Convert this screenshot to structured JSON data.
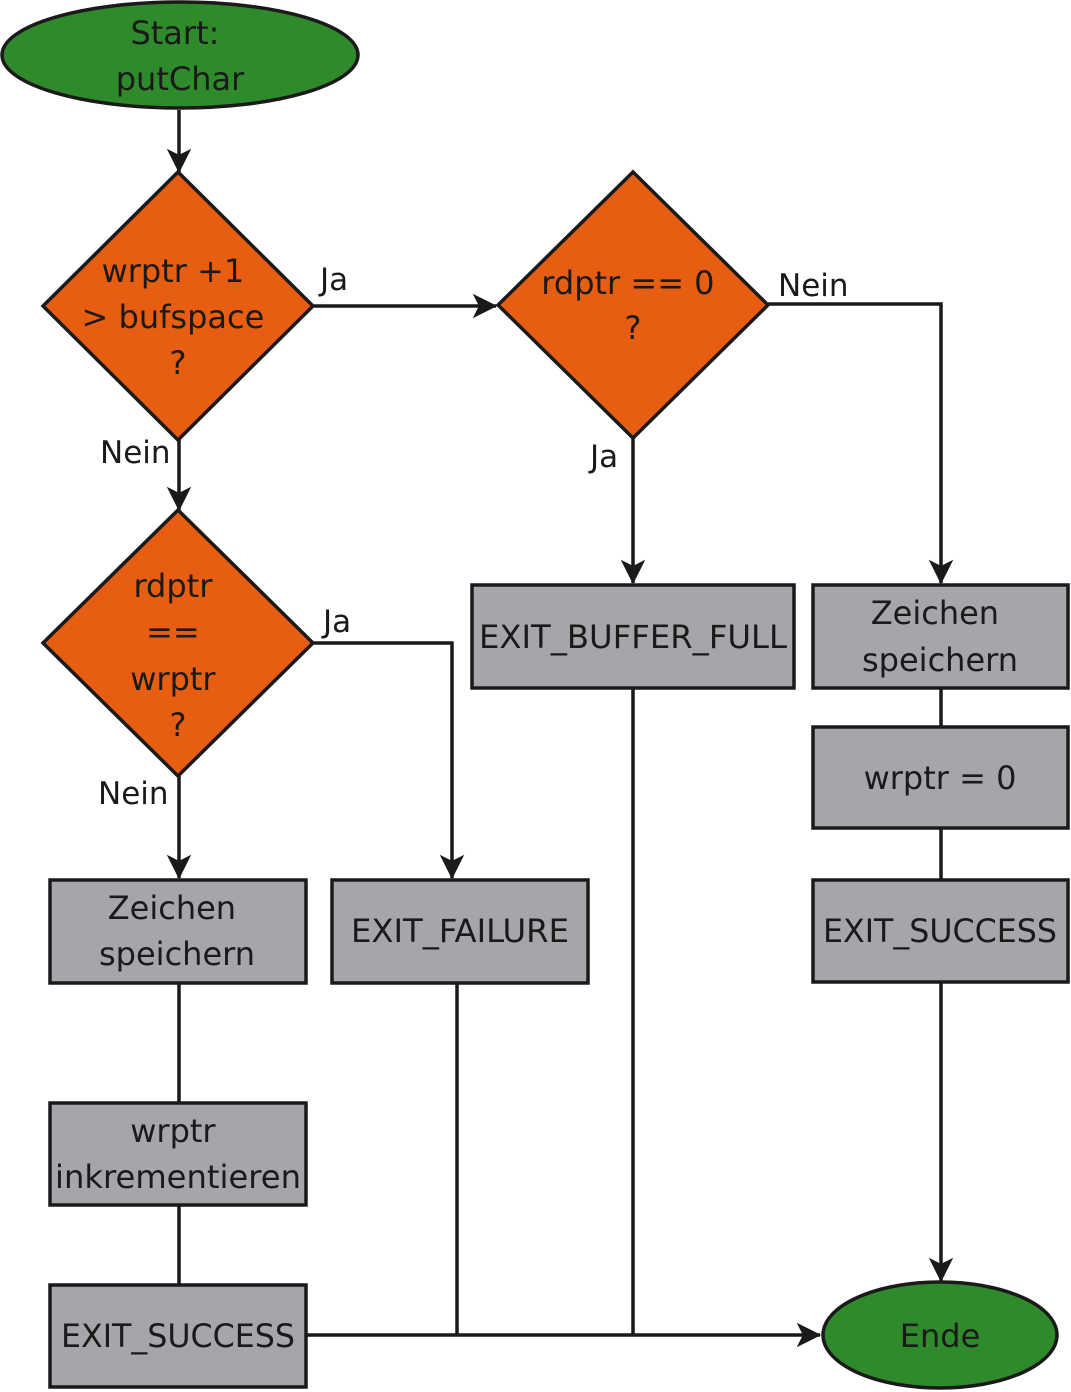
{
  "colors": {
    "terminal": "#2f8a2c",
    "decision": "#e75d12",
    "process": "#a4a6a9",
    "line": "#1a1a1a"
  },
  "nodes": {
    "start": [
      "Start:",
      "putChar"
    ],
    "d1": [
      "wrptr +1",
      "> bufspace",
      "?"
    ],
    "d2": [
      "rdptr == 0",
      "?"
    ],
    "d3": [
      "rdptr",
      "==",
      "wrptr",
      "?"
    ],
    "buffer_full": [
      "EXIT_BUFFER_FULL"
    ],
    "store_right": [
      "Zeichen",
      "speichern"
    ],
    "wrptr_zero": [
      "wrptr = 0"
    ],
    "success_right": [
      "EXIT_SUCCESS"
    ],
    "store_left": [
      "Zeichen",
      "speichern"
    ],
    "failure": [
      "EXIT_FAILURE"
    ],
    "increment": [
      "wrptr",
      "inkrementieren"
    ],
    "success_left": [
      "EXIT_SUCCESS"
    ],
    "end": [
      "Ende"
    ]
  },
  "labels": {
    "d1_yes": "Ja",
    "d1_no": "Nein",
    "d2_no": "Nein",
    "d2_yes": "Ja",
    "d3_yes": "Ja",
    "d3_no": "Nein"
  }
}
